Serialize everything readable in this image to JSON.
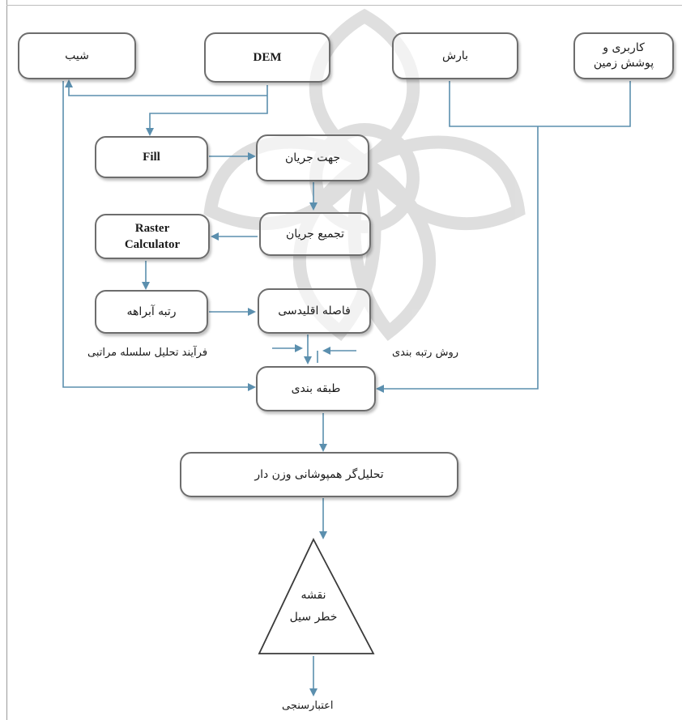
{
  "inputs": {
    "slope": "شیب",
    "dem": "DEM",
    "rainfall": "بارش",
    "landuse_line1": "کاربری و",
    "landuse_line2": "پوشش زمین"
  },
  "process": {
    "fill": "Fill",
    "flow_direction": "جهت جریان",
    "raster_calc_line1": "Raster",
    "raster_calc_line2": "Calculator",
    "flow_accumulation": "تجمیع جریان",
    "stream_order": "رتبه آبراهه",
    "euclidean_distance": "فاصله اقلیدسی",
    "classification": "طبقه بندی",
    "weighted_overlay": "تحلیل‌گر همپوشانی وزن دار"
  },
  "notes": {
    "ahp": "فرآیند تحلیل سلسله مراتبی",
    "ranking_method": "روش رتبه بندی"
  },
  "output": {
    "map_line1": "نقشه",
    "map_line2": "خطر سیل",
    "validation": "اعتبارسنجی"
  },
  "colors": {
    "arrow": "#5b8fae",
    "box_border": "#6d6d6d",
    "watermark": "#d4d4d4"
  }
}
